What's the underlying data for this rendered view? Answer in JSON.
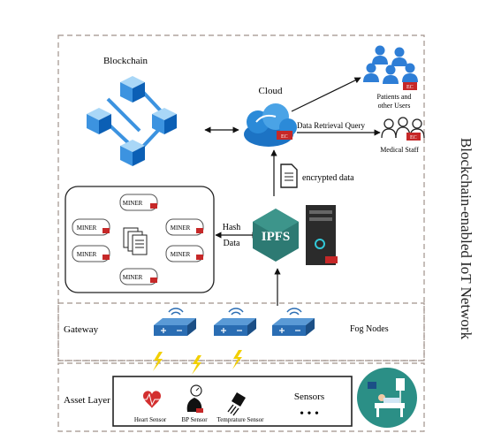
{
  "side_title": "Blockchain-enabled IoT Network",
  "blockchain": {
    "title": "Blockchain"
  },
  "cloud": {
    "label": "Cloud",
    "ec_badge": "EC"
  },
  "users": {
    "patients_line1": "Patients and",
    "patients_line2": "other Users",
    "medical_staff": "Medical Staff"
  },
  "edges": {
    "data_retrieval": "Data Retrieval Query",
    "encrypted": "encrypted data",
    "hash": "Hash",
    "data": "Data"
  },
  "miners": {
    "label": "MINER"
  },
  "ipfs": {
    "label": "IPFS"
  },
  "layers": {
    "gateway": "Gateway",
    "fog_nodes": "Fog Nodes",
    "asset": "Asset Layer"
  },
  "sensors": {
    "title": "Sensors",
    "items": [
      {
        "label": "Heart Sensor"
      },
      {
        "label": "BP Sensor"
      },
      {
        "label": "Temprature Sensor"
      }
    ],
    "ellipsis": "• • •"
  },
  "colors": {
    "cube_light": "#a9d7f7",
    "cube_mid": "#3c93e0",
    "cube_dark": "#0b5fb5",
    "ipfs": "#2d7a73",
    "router": "#2a6db3",
    "badge": "#c62828",
    "border_dash": "#a0928b"
  }
}
